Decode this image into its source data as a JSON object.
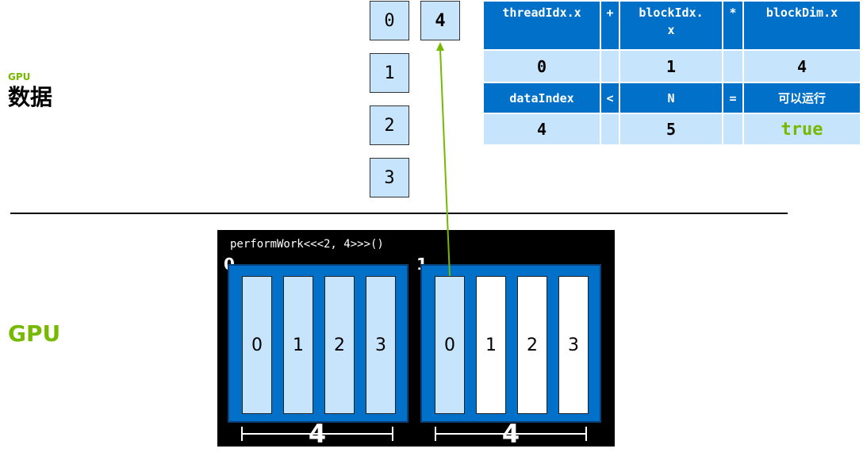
{
  "side_labels": {
    "data_small": "GPU",
    "data_main": "数据",
    "gpu": "GPU"
  },
  "data_elements": [
    "0",
    "1",
    "2",
    "3",
    "4"
  ],
  "calc_table": {
    "row1": [
      "threadIdx.x",
      "+",
      "blockIdx.\nx",
      "*",
      "blockDim.x"
    ],
    "row2": [
      "0",
      "",
      "1",
      "",
      "4"
    ],
    "row3": [
      "dataIndex",
      "<",
      "N",
      "=",
      "可以运行"
    ],
    "row4": [
      "4",
      "",
      "5",
      "",
      "true"
    ]
  },
  "grid": {
    "kernel_call": "performWork<<<2, 4>>>()",
    "blocks": [
      {
        "index": "0",
        "dim_label": "4",
        "threads": [
          {
            "label": "0",
            "active": true
          },
          {
            "label": "1",
            "active": true
          },
          {
            "label": "2",
            "active": true
          },
          {
            "label": "3",
            "active": true
          }
        ]
      },
      {
        "index": "1",
        "dim_label": "4",
        "threads": [
          {
            "label": "0",
            "active": true
          },
          {
            "label": "1",
            "active": false
          },
          {
            "label": "2",
            "active": false
          },
          {
            "label": "3",
            "active": false
          }
        ]
      }
    ]
  },
  "colors": {
    "nvidia_green": "#76b900",
    "header_blue": "#0070c8",
    "light_blue": "#c6e4fb",
    "block_blue": "#0070c8",
    "grid_background": "#000000"
  }
}
